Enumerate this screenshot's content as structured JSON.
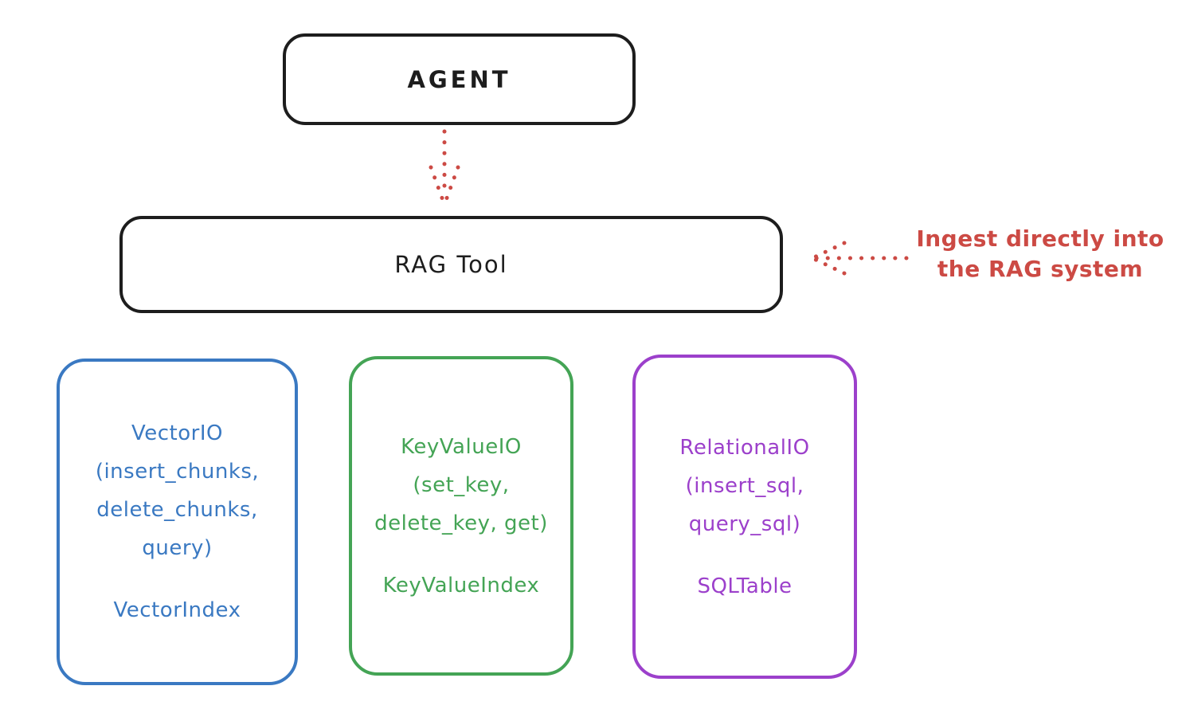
{
  "agent": {
    "label": "AGENT"
  },
  "rag_tool": {
    "label": "RAG Tool"
  },
  "annotation": {
    "line1": "Ingest directly into",
    "line2": "the RAG system"
  },
  "backends": [
    {
      "name": "vector",
      "color": "#3a79c2",
      "title": "VectorIO",
      "method_lines": [
        "(insert_chunks,",
        "delete_chunks,",
        "query)"
      ],
      "index": "VectorIndex"
    },
    {
      "name": "keyvalue",
      "color": "#44a455",
      "title": "KeyValueIO",
      "method_lines": [
        "(set_key,",
        "delete_key, get)"
      ],
      "index": "KeyValueIndex"
    },
    {
      "name": "relational",
      "color": "#9c40cb",
      "title": "RelationalIO",
      "method_lines": [
        "(insert_sql,",
        "query_sql)"
      ],
      "index": "SQLTable"
    }
  ],
  "colors": {
    "stroke": "#1d1d1d",
    "red": "#cc4a44"
  }
}
